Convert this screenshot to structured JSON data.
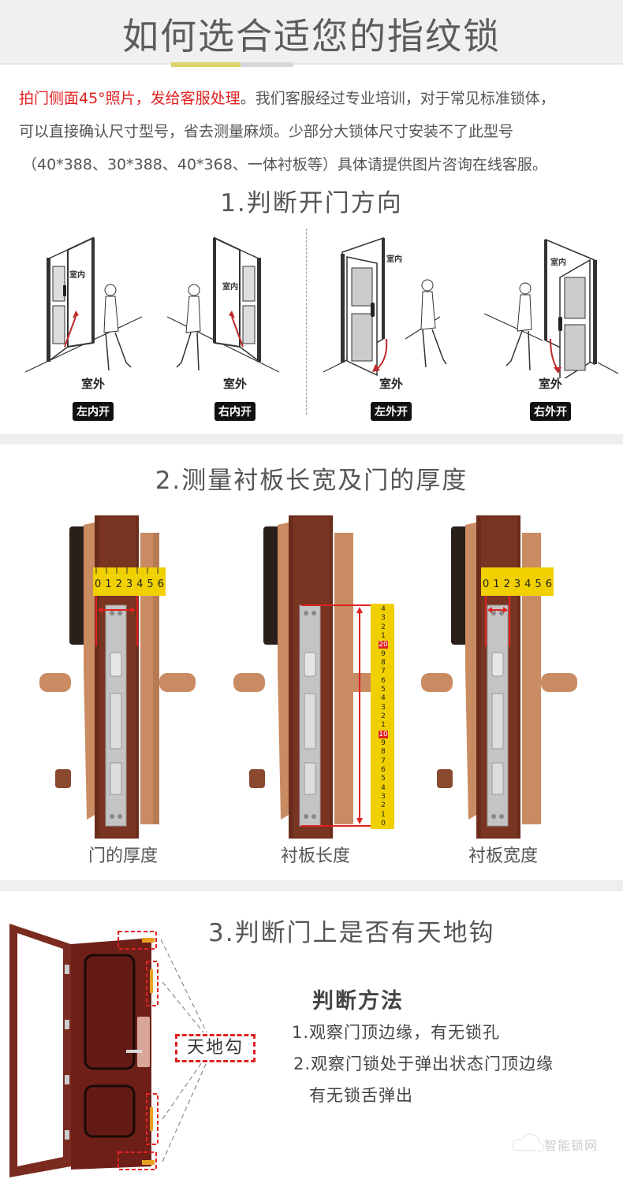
{
  "header": {
    "title": "如何选合适您的指纹锁",
    "accent_colors": [
      "#dcd36a",
      "#d6d9dc"
    ]
  },
  "intro": {
    "highlight": "拍门侧面45°照片，发给客服处理",
    "highlight_color": "#e02222",
    "line1_rest": "。我们客服经过专业培训，对于常见标准锁体，",
    "line2": "可以直接确认尺寸型号，省去测量麻烦。少部分大锁体尺寸安装不了此型号",
    "line3": "（40*388、30*388、40*368、一体衬板等）具体请提供图片咨询在线客服。"
  },
  "section1": {
    "title": "1.判断开门方向",
    "doors": [
      {
        "inside_label": "室内",
        "outside_label": "室外",
        "badge": "左内开"
      },
      {
        "inside_label": "室内",
        "outside_label": "室外",
        "badge": "右内开"
      },
      {
        "inside_label": "室内",
        "outside_label": "室外",
        "badge": "左外开"
      },
      {
        "inside_label": "室内",
        "outside_label": "室外",
        "badge": "右外开"
      }
    ]
  },
  "section2": {
    "title": "2.测量衬板长宽及门的厚度",
    "ruler_ticks": [
      "0",
      "1",
      "2",
      "3",
      "4",
      "5",
      "6"
    ],
    "vertical_ruler_ticks": [
      "0",
      "1",
      "2",
      "3",
      "4",
      "5",
      "6",
      "7",
      "8",
      "9",
      "10",
      "1",
      "2",
      "3",
      "4",
      "5",
      "6",
      "7",
      "8",
      "9",
      "20",
      "1",
      "2",
      "3",
      "4"
    ],
    "items": [
      {
        "caption": "门的厚度"
      },
      {
        "caption": "衬板长度"
      },
      {
        "caption": "衬板宽度"
      }
    ]
  },
  "section3": {
    "title": "3.判断门上是否有天地钩",
    "hook_label": "天地勾",
    "method_title": "判断方法",
    "steps": [
      "1.观察门顶边缘，有无锁孔",
      "2.观察门锁处于弹出状态门顶边缘",
      "有无锁舌弹出"
    ]
  },
  "watermark": {
    "text": "智能锁网"
  }
}
